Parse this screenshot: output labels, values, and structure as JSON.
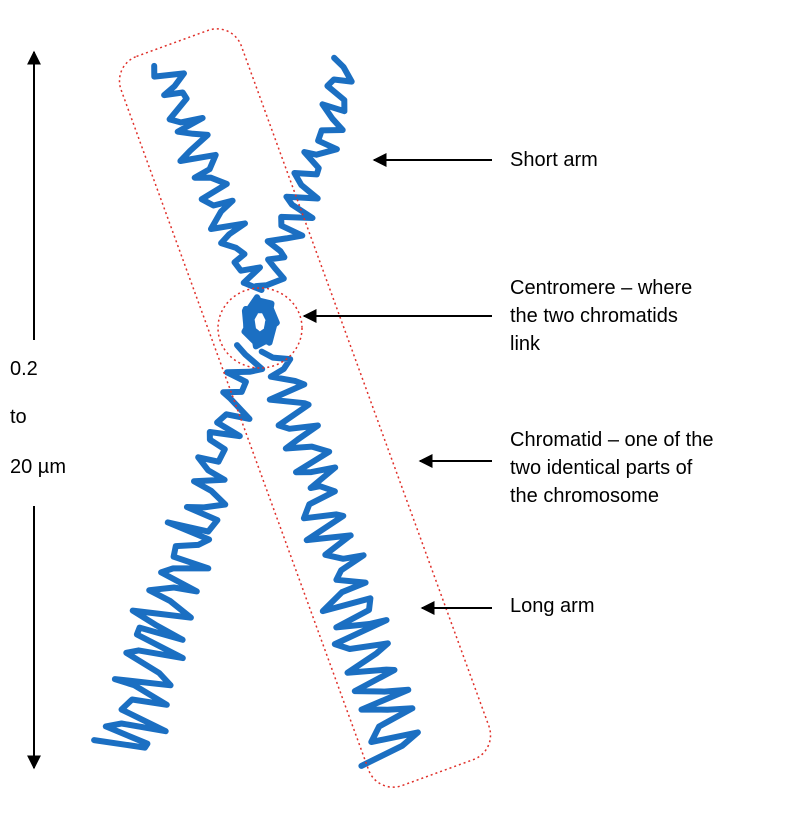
{
  "labels": {
    "short_arm": "Short arm",
    "centromere": [
      "Centromere – where",
      "the two chromatids",
      "link"
    ],
    "chromatid": [
      "Chromatid – one of the",
      "two identical parts of",
      "the chromosome"
    ],
    "long_arm": "Long arm"
  },
  "scale": {
    "line1": "0.2",
    "line2": "to",
    "line3": "20 µm"
  },
  "colors": {
    "chromosome": "#1b6fc2",
    "outline": "#e0302a",
    "arrow": "#000000"
  }
}
